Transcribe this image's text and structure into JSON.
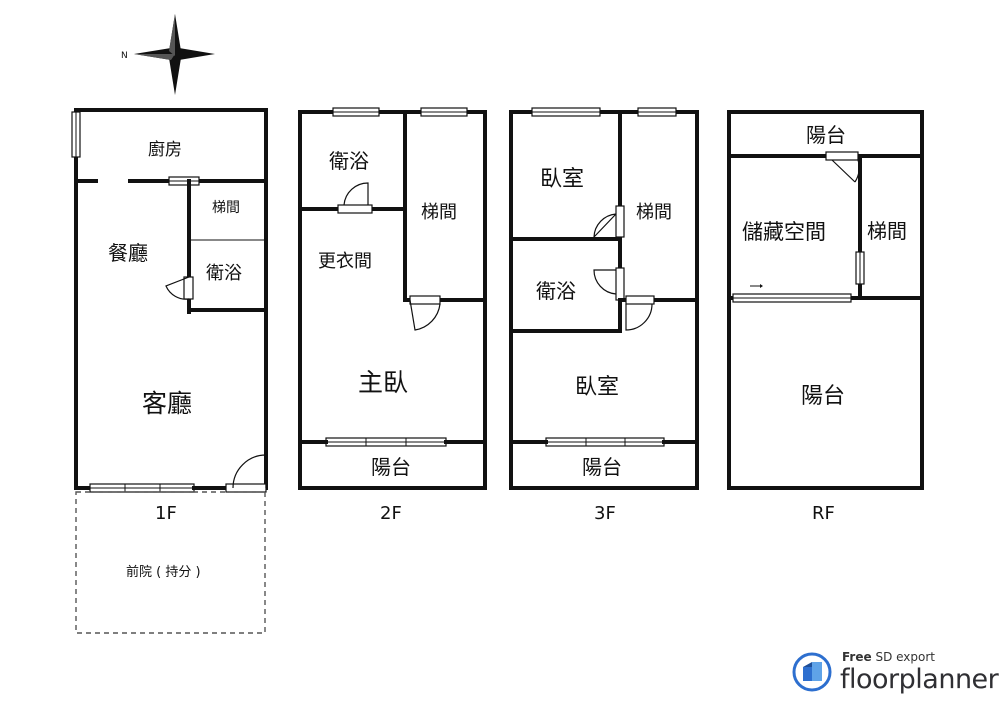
{
  "compass": {
    "north_label": "N"
  },
  "floors": [
    {
      "label": "1F",
      "rooms": [
        "廚房",
        "餐廳",
        "梯間",
        "衛浴",
        "客廳"
      ],
      "outdoor": "前院 ( 持分 )"
    },
    {
      "label": "2F",
      "rooms": [
        "衛浴",
        "梯間",
        "更衣間",
        "主臥",
        "陽台"
      ]
    },
    {
      "label": "3F",
      "rooms": [
        "臥室",
        "梯間",
        "衛浴",
        "臥室",
        "陽台"
      ]
    },
    {
      "label": "RF",
      "rooms": [
        "陽台",
        "儲藏空間",
        "梯間",
        "陽台"
      ]
    }
  ],
  "logo": {
    "line1_bold": "Free",
    "line1_rest": "SD export",
    "name": "floorplanner"
  }
}
